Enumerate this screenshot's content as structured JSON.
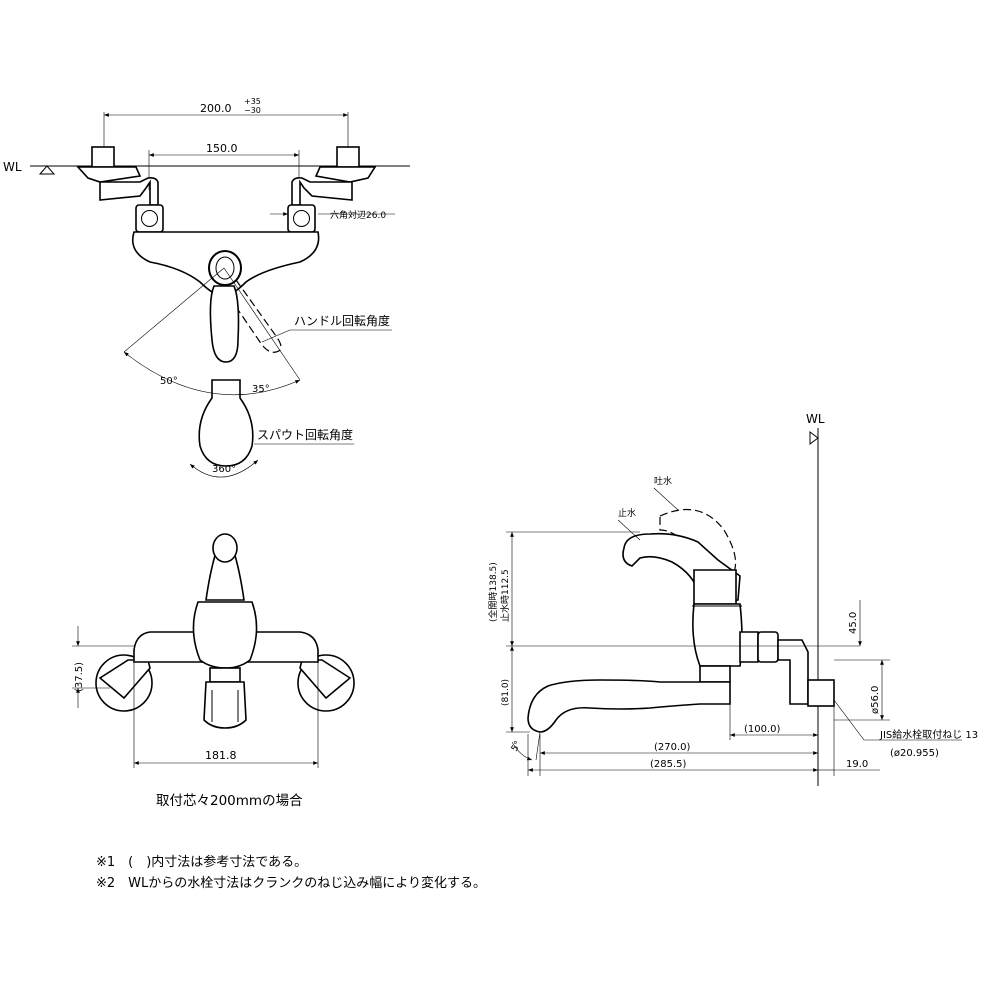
{
  "top_view": {
    "wl_label": "WL",
    "dim_overall": "200.0",
    "dim_overall_tol_plus": "+35",
    "dim_overall_tol_minus": "−30",
    "dim_center": "150.0",
    "hex_label": "六角対辺26.0",
    "handle_rotation_label": "ハンドル回転角度",
    "angle_left": "50°",
    "angle_right": "35°",
    "spout_rotation_label": "スパウト回転角度",
    "spout_angle": "360°"
  },
  "front_view": {
    "dim_height": "(37.5)",
    "dim_width": "181.8",
    "caption": "取付芯々200mmの場合"
  },
  "side_view": {
    "wl_label": "WL",
    "open_label": "吐水",
    "stop_label": "止水",
    "dim_full_open": "(全開時138.5)",
    "dim_stop": "止水時112.5",
    "dim_81": "(81.0)",
    "dim_45": "45.0",
    "dim_56": "ø56.0",
    "dim_100": "(100.0)",
    "dim_270": "(270.0)",
    "dim_285": "(285.5)",
    "dim_19": "19.0",
    "angle_5": "5°",
    "thread_label": "JIS給水栓取付ねじ 13",
    "thread_size": "(ø20.955)"
  },
  "notes": [
    "※1　(　)内寸法は参考寸法である。",
    "※2　WLからの水栓寸法はクランクのねじ込み幅により変化する。"
  ]
}
